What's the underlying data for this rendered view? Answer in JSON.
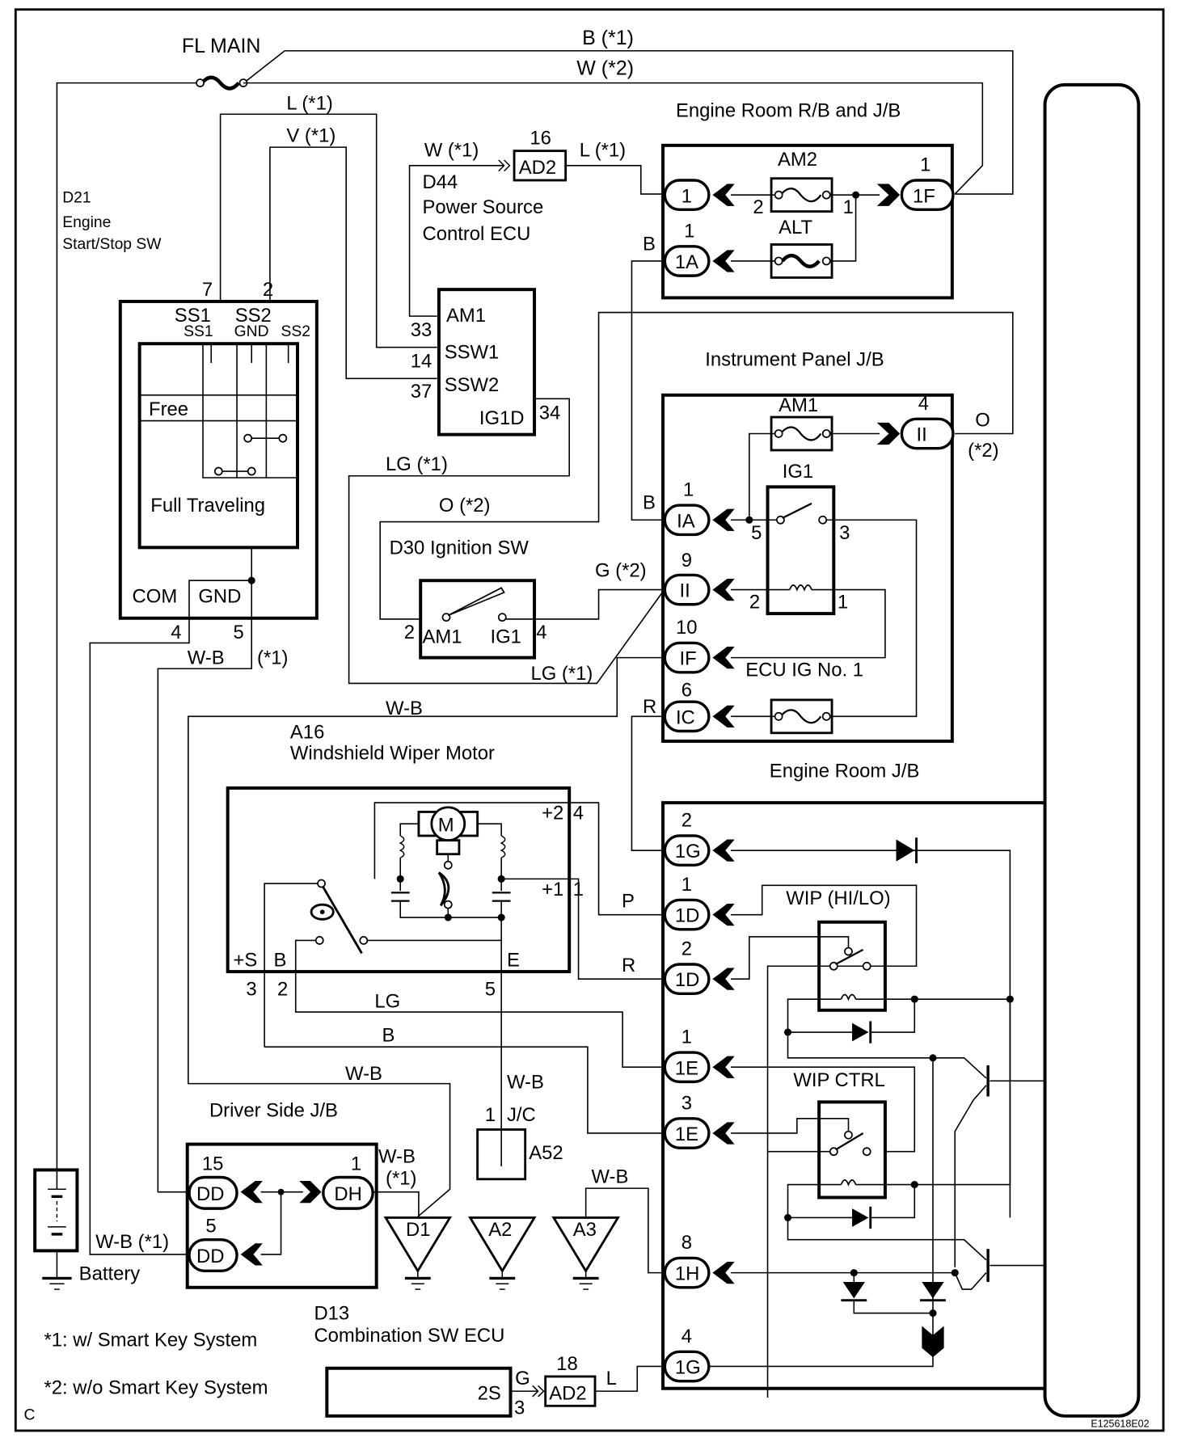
{
  "labels": {
    "fl_main": "FL MAIN",
    "b1": "B (*1)",
    "w2": "W (*2)",
    "l1_top": "L (*1)",
    "v1_top": "V (*1)",
    "w1_ad2": "W (*1)",
    "ad2_top_num": "16",
    "ad2_top": "AD2",
    "l1_ad2": "L (*1)",
    "d21": "D21",
    "d21_name1": "Engine",
    "d21_name2": "Start/Stop SW",
    "d44": "D44",
    "d44_name1": "Power Source",
    "d44_name2": "Control ECU",
    "er_rb_title": "Engine Room R/B and J/B",
    "am2": "AM2",
    "alt": "ALT",
    "er_c1": "1",
    "er_c1a": "1A",
    "er_c1a_num": "1",
    "er_c1f": "1F",
    "er_c1f_num": "1",
    "am2_p2": "2",
    "am2_p1": "1",
    "b_wire1": "B",
    "ssw_7": "7",
    "ssw_2": "2",
    "ss1": "SS1",
    "ss2": "SS2",
    "ss1s": "SS1",
    "gnds": "GND",
    "ss2s": "SS2",
    "free": "Free",
    "full_traveling": "Full Traveling",
    "com": "COM",
    "gnd": "GND",
    "pin4": "4",
    "pin5": "5",
    "wb_1": "W-B",
    "star1_a": "(*1)",
    "am1_ecu": "AM1",
    "ssw1": "SSW1",
    "ssw2": "SSW2",
    "ig1d": "IG1D",
    "p33": "33",
    "p14": "14",
    "p37": "37",
    "p34": "34",
    "lg1_a": "LG (*1)",
    "o2_a": "O  (*2)",
    "d30": "D30  Ignition SW",
    "ig_am1": "AM1",
    "ig_ig1": "IG1",
    "ig_p2": "2",
    "ig_p4": "4",
    "g2": "G  (*2)",
    "lg1_b": "LG (*1)",
    "ip_title": "Instrument Panel J/B",
    "ip_am1": "AM1",
    "ip_ig1": "IG1",
    "ip_ii_top": "II",
    "ip_ii_top_num": "4",
    "o_label": "O",
    "star2_o": "(*2)",
    "ip_ia": "IA",
    "ip_ia_num": "1",
    "ip_ii": "II",
    "ip_ii_num": "9",
    "ip_if": "IF",
    "ip_if_num": "10",
    "ip_ic": "IC",
    "ip_ic_num": "6",
    "b_wire2": "B",
    "r_wire": "R",
    "ig1_p5": "5",
    "ig1_p3": "3",
    "ig1_p2": "2",
    "ig1_p1": "1",
    "ecu_ig": "ECU IG No. 1",
    "wb_2": "W-B",
    "a16": "A16",
    "a16_name": "Windshield Wiper Motor",
    "motor_m": "M",
    "plus2": "+2",
    "plus1": "+1",
    "m_p4": "4",
    "m_p1": "1",
    "plus_s": "+S",
    "m_b": "B",
    "m_e": "E",
    "m_p3": "3",
    "m_p2": "2",
    "m_p5": "5",
    "p_wire": "P",
    "r_wire2": "R",
    "lg_wire": "LG",
    "b_wire3": "B",
    "er_jb_title": "Engine Room J/B",
    "c_1g_top": "1G",
    "c_1g_top_num": "2",
    "c_1d_a": "1D",
    "c_1d_a_num": "1",
    "c_1d_b": "1D",
    "c_1d_b_num": "2",
    "c_1e_a": "1E",
    "c_1e_a_num": "1",
    "c_1e_b": "1E",
    "c_1e_b_num": "3",
    "c_1h": "1H",
    "c_1h_num": "8",
    "c_1g_bot": "1G",
    "c_1g_bot_num": "4",
    "wip_hilo": "WIP (HI/LO)",
    "wip_ctrl": "WIP CTRL",
    "wb_3": "W-B",
    "wb_4": "W-B",
    "jc_num": "1",
    "jc": "J/C",
    "a52": "A52",
    "wb_5": "W-B",
    "ds_title": "Driver Side J/B",
    "dd1": "DD",
    "dd1_num": "15",
    "dh": "DH",
    "dh_num": "1",
    "dd2": "DD",
    "dd2_num": "5",
    "wb_6": "W-B",
    "star1_b": "(*1)",
    "wb1_bat": "W-B (*1)",
    "battery": "Battery",
    "g_d1": "D1",
    "g_a2": "A2",
    "g_a3": "A3",
    "d13": "D13",
    "d13_name": "Combination SW ECU",
    "note1": "*1: w/ Smart Key System",
    "note2": "*2: w/o Smart Key System",
    "s2s": "2S",
    "g_wire": "G",
    "p3": "3",
    "ad2_bot_num": "18",
    "ad2_bot": "AD2",
    "l_wire": "L",
    "corner_c": "C",
    "code": "E125618E02"
  }
}
